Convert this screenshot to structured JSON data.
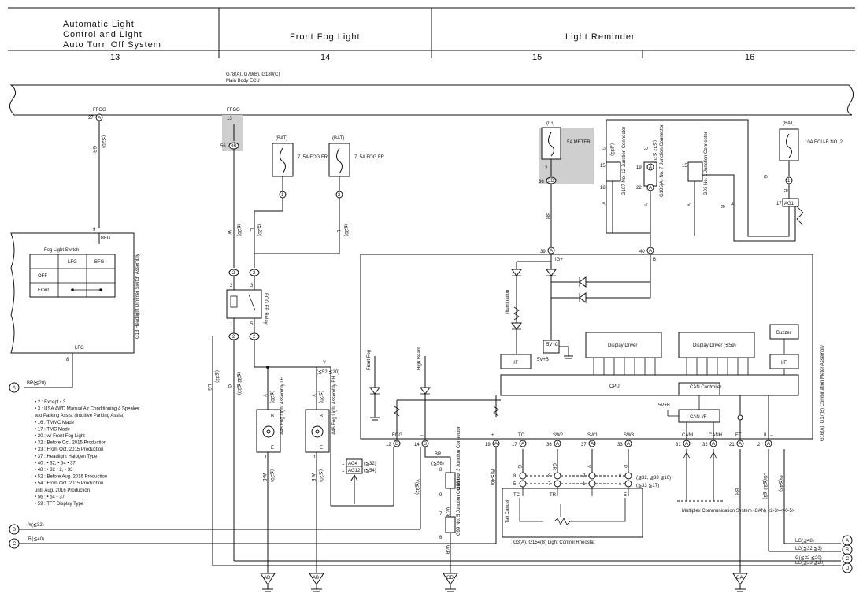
{
  "sections": [
    {
      "title_lines": [
        "Automatic Light",
        "Control and Light",
        "Auto Turn Off System"
      ],
      "number": "13"
    },
    {
      "title_lines": [
        "Front Fog Light"
      ],
      "number": "14"
    },
    {
      "title_lines": [
        "Light Reminder"
      ],
      "number": "15"
    },
    {
      "title_lines": [
        ""
      ],
      "number": "16"
    }
  ],
  "main_body_ecu": {
    "label": "Main Body ECU",
    "connectors": "G78(A), G79(B), G180(C)"
  },
  "wires": {
    "ffog": "FFOG",
    "ffgo": "FFGO",
    "pin27": "27",
    "pin13": "13",
    "pin56": "56",
    "gr": "GR",
    "gr_note": "(≦20)",
    "w": "W",
    "l": "L",
    "note20": "(≦20)",
    "bat": "(BAT)",
    "ig": "(IG)",
    "fuse1": "7. 5A FOG FR",
    "fuse2": "7. 5A FOG FR",
    "fuse_meter": "5A METER",
    "fuse_ecu": "10A ECU-B NO. 2"
  },
  "fog_switch": {
    "title": "Fog Light Switch",
    "col_lfg": "LFG",
    "col_bfg": "BFG",
    "row_off": "OFF",
    "row_front": "Front",
    "pin_bfg": "9",
    "label_bfg": "BFG",
    "pin_lfg": "8",
    "label_lfg": "LFG",
    "assembly": "G13 Headlight Dimmer Switch Assembly"
  },
  "relay": {
    "name": "FOG FR Relay",
    "pins": [
      "2",
      "3",
      "1",
      "5"
    ]
  },
  "fog_lamps": {
    "lh": "A45 Fog Light Assembly LH",
    "rh": "A46 Fog Light Assembly RH",
    "b": "B",
    "e": "E",
    "pin1": "1"
  },
  "grounds": [
    "AD",
    "AB",
    "GD",
    "GA"
  ],
  "notes": [
    "• 2 : Except • 3",
    "• 3 : USA 4WD Manual Air Conditioning 4 Speaker",
    "      w/o Parking Assist (Intuitive Parking Assist)",
    "• 16 : TMMC Made",
    "• 17 : TMC Made",
    "• 20 : w/ Front Fog Light",
    "• 32 : Before Oct. 2015 Production",
    "• 33 : From Oct. 2015 Production",
    "• 37 : Headlight Halogen Type",
    "• 40 : • 32, • 54 • 37",
    "• 48 : • 32 • 2, • 33",
    "• 52 : Before Aug. 2016 Production",
    "• 54 : From Oct. 2015 Production",
    "      until Aug. 2016 Production",
    "• 56 : • 54 • 37",
    "• 59 : TFT Display Type"
  ],
  "left_connectors": [
    {
      "id": "A",
      "label": "BR(≦20)"
    },
    {
      "id": "B",
      "label": "Y(≦32)"
    },
    {
      "id": "C",
      "label": "R(≦40)"
    }
  ],
  "right_connectors": [
    {
      "id": "A",
      "label": "LG(≦48)"
    },
    {
      "id": "B",
      "label": "LG(≦32 ≦3)"
    },
    {
      "id": "C",
      "label": "G(≦32 ≦20)"
    },
    {
      "id": "D",
      "label": "LG(≦33 ≦20)"
    }
  ],
  "combination_meter": {
    "name": "G16(A), G17(B) Combination Meter Assembly",
    "cpu": "CPU",
    "can_controller": "CAN Controller",
    "can_if": "CAN I/F",
    "display_driver": "Display Driver",
    "display_driver_tft": "Display Driver (≦59)",
    "buzzer": "Buzzer",
    "if": "I/F",
    "v5ic": "5V IC",
    "v5b": "5V+B",
    "front_fog": "Front Fog",
    "high_beam": "High Beam",
    "illumination": "Illumination",
    "ig_plus": "IG+",
    "pin39": "39",
    "pin40": "40",
    "b": "B",
    "bottom_pins": [
      {
        "pin": "12",
        "name": "FOG"
      },
      {
        "pin": "14",
        "name": "–"
      },
      {
        "pin": "19",
        "name": "+"
      },
      {
        "pin": "17",
        "name": "TC"
      },
      {
        "pin": "36",
        "name": "SW2"
      },
      {
        "pin": "37",
        "name": "SW1"
      },
      {
        "pin": "33",
        "name": "SW3"
      },
      {
        "pin": "31",
        "name": "CANL"
      },
      {
        "pin": "32",
        "name": "CANH"
      },
      {
        "pin": "21",
        "name": "ET"
      },
      {
        "pin": "2",
        "name": "ILL–"
      }
    ]
  },
  "rheostat": {
    "name": "G3(A), G154(B) Light Control Rheostat",
    "tail_cancel": "Tail Cancel",
    "tc": "TC",
    "tr": "TR",
    "e": "E",
    "row1": "(≦32, ≦33 ≦16)",
    "row2": "(≦33 ≦17)"
  },
  "junctions": {
    "g98": "G98 No. 3 Junction Connector",
    "g99": "G99 No. 5 Junction Connector",
    "g107": "G107 No. 12 Junction Connector",
    "g105": "G105(A) No. 7 Junction Connector",
    "g93": "G93 No. 1 Junction Connector"
  },
  "ag_connectors": [
    {
      "id": "AG4",
      "note": "(≦32)"
    },
    {
      "id": "AG12",
      "note": "(≦54)"
    },
    {
      "id": "AG1",
      "note": ""
    }
  ],
  "multiplex": "Multiplex Communication System (CAN) <2-3><40-5>",
  "wire_labels": {
    "y": "Y",
    "y_note": "(≦52 ≦20)",
    "lg": "LG",
    "g": "G",
    "br": "BR",
    "wb": "W-B",
    "r": "R",
    "p": "P",
    "v": "V",
    "gr": "GR",
    "lg48": "LG(≦48)",
    "lg_note": "LG(≦32 ≦3)",
    "r40": "R(≦40)",
    "y52": "Y(≦32)",
    "n56": "(≦56)",
    "n33": "(≦33)",
    "n20": "(≦20)",
    "n32": "(≦32 ≦20)"
  }
}
